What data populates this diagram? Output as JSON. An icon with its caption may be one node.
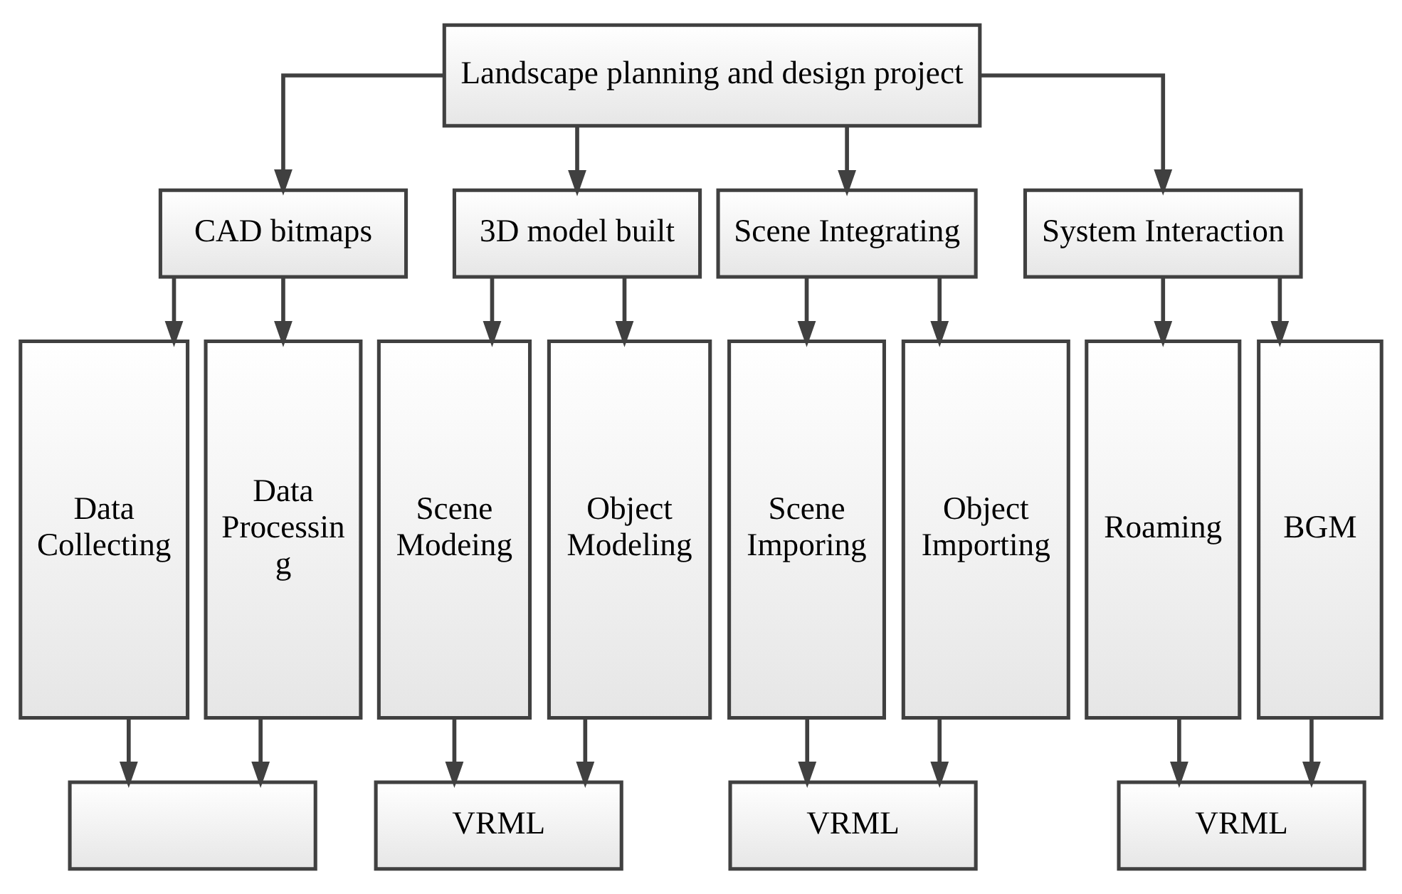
{
  "diagram": {
    "nodes": [
      {
        "text": [
          "Landscape planning and design project"
        ]
      },
      {
        "text": [
          "CAD bitmaps"
        ]
      },
      {
        "text": [
          "3D model built"
        ]
      },
      {
        "text": [
          "Scene Integrating"
        ]
      },
      {
        "text": [
          "System Interaction"
        ]
      },
      {
        "text": [
          "Data Collecting"
        ]
      },
      {
        "text": [
          "Data Processin g"
        ]
      },
      {
        "text": [
          "Scene Modeing"
        ]
      },
      {
        "text": [
          "Object Modeling"
        ]
      },
      {
        "text": [
          "Scene Imporing"
        ]
      },
      {
        "text": [
          "Object Importing"
        ]
      },
      {
        "text": [
          "Roaming"
        ]
      },
      {
        "text": [
          "BGM"
        ]
      },
      {
        "text": [],
        "shape": "box"
      },
      {
        "text": [
          "VRML"
        ]
      },
      {
        "text": [
          "VRML"
        ]
      },
      {
        "text": [
          "VRML"
        ]
      }
    ],
    "edges": [
      {
        "from": 0,
        "to": 1,
        "arrow": "to"
      },
      {
        "from": 0,
        "to": 2,
        "arrow": "to"
      },
      {
        "from": 0,
        "to": 3,
        "arrow": "to"
      },
      {
        "from": 0,
        "to": 4,
        "arrow": "to"
      },
      {
        "from": 1,
        "to": 5,
        "arrow": "to"
      },
      {
        "from": 1,
        "to": 6,
        "arrow": "to"
      },
      {
        "from": 2,
        "to": 7,
        "arrow": "to"
      },
      {
        "from": 2,
        "to": 8,
        "arrow": "to"
      },
      {
        "from": 3,
        "to": 9,
        "arrow": "to"
      },
      {
        "from": 3,
        "to": 10,
        "arrow": "to"
      },
      {
        "from": 4,
        "to": 11,
        "arrow": "to"
      },
      {
        "from": 4,
        "to": 12,
        "arrow": "to"
      },
      {
        "from": 5,
        "to": 13,
        "arrow": "to"
      },
      {
        "from": 6,
        "to": 13,
        "arrow": "to"
      },
      {
        "from": 7,
        "to": 14,
        "arrow": "to"
      },
      {
        "from": 8,
        "to": 14,
        "arrow": "to"
      },
      {
        "from": 9,
        "to": 15,
        "arrow": "to"
      },
      {
        "from": 10,
        "to": 15,
        "arrow": "to"
      },
      {
        "from": 11,
        "to": 16,
        "arrow": "to"
      },
      {
        "from": 12,
        "to": 16,
        "arrow": "to"
      }
    ]
  }
}
